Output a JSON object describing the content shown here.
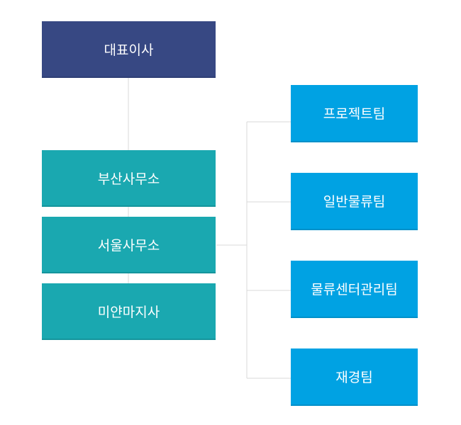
{
  "org_chart": {
    "ceo": {
      "label": "대표이사"
    },
    "offices": [
      {
        "label": "부산사무소"
      },
      {
        "label": "서울사무소"
      },
      {
        "label": "미얀마지사"
      }
    ],
    "teams": [
      {
        "label": "프로젝트팀"
      },
      {
        "label": "일반물류팀"
      },
      {
        "label": "물류센터관리팀"
      },
      {
        "label": "재경팀"
      }
    ]
  },
  "colors": {
    "ceo_box": "#374883",
    "office_box": "#1aa8b0",
    "team_box": "#00a2e3",
    "connector_line": "#d9d9d9"
  }
}
